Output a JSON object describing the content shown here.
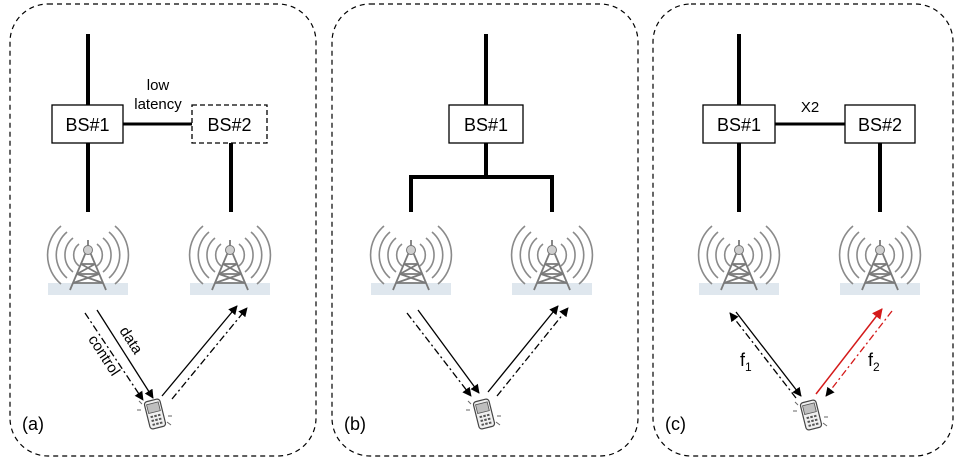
{
  "panels": [
    {
      "label": "(a)",
      "bs1": "BS#1",
      "bs2": "BS#2",
      "link_label_line1": "low",
      "link_label_line2": "latency",
      "data_label": "data",
      "control_label": "control"
    },
    {
      "label": "(b)",
      "bs1": "BS#1"
    },
    {
      "label": "(c)",
      "bs1": "BS#1",
      "bs2": "BS#2",
      "link_label": "X2",
      "f1": "f",
      "f1_sub": "1",
      "f2": "f",
      "f2_sub": "2"
    }
  ],
  "colors": {
    "highlight": "#d41a1a",
    "line": "#000000"
  },
  "icons": [
    "radio-tower-icon",
    "mobile-phone-icon"
  ]
}
